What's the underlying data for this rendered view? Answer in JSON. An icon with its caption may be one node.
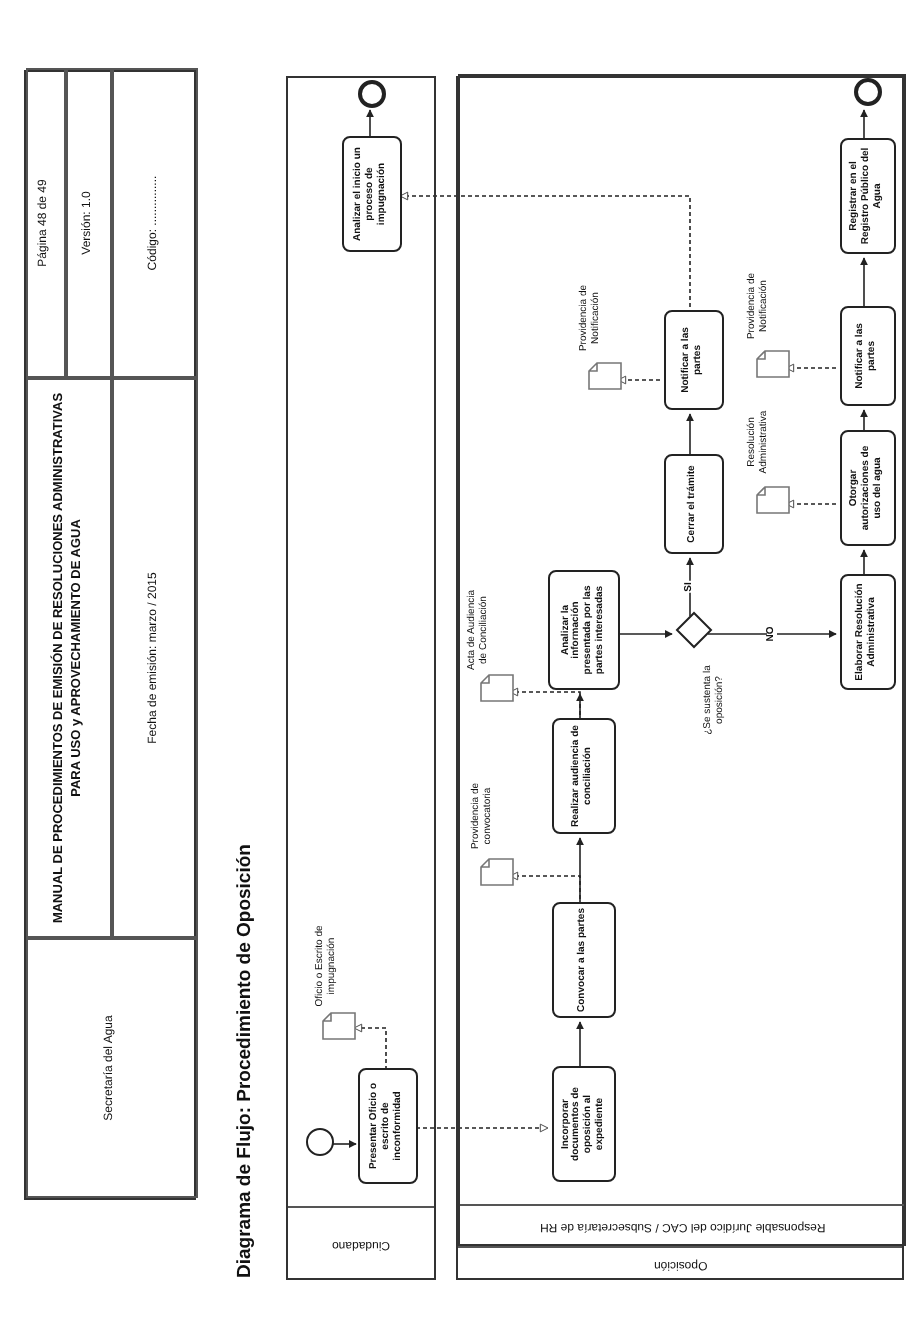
{
  "diagram": {
    "title": "Diagrama de Flujo: Procedimiento de Oposición",
    "nodes": [
      {
        "text": [
          "Ciudadano"
        ]
      },
      {
        "text": [
          "Oposición"
        ]
      },
      {
        "text": [
          "Responsable Jurídico del CAC / Subsecretaría de RH"
        ],
        "in": 1
      },
      {
        "text": [],
        "shape": "circle",
        "in": 0
      },
      {
        "text": [
          "Presentar Oficio o escrito de inconformidad"
        ],
        "in": 0
      },
      {
        "text": [],
        "shape": "document",
        "beside": [
          "Oficio o Escrito de impugnación"
        ],
        "in": 0
      },
      {
        "text": [
          "Analizar el inicio un proceso de impugnación"
        ],
        "in": 0
      },
      {
        "text": [],
        "shape": "circle",
        "in": 0
      },
      {
        "text": [
          "Incorporar documentos de oposición al expediente"
        ],
        "in": 2
      },
      {
        "text": [
          "Convocar a las partes"
        ],
        "in": 2
      },
      {
        "text": [],
        "shape": "document",
        "beside": [
          "Providencia de convocatoria"
        ],
        "in": 2
      },
      {
        "text": [
          "Realizar audiencia de conciliación"
        ],
        "in": 2
      },
      {
        "text": [],
        "shape": "document",
        "beside": [
          "Acta de Audiencia de Conciliación"
        ],
        "in": 2
      },
      {
        "text": [
          "Analizar la información presentada por las partes interesadas"
        ],
        "in": 2
      },
      {
        "text": [],
        "shape": "diamond",
        "beside": [
          "¿Se sustenta la oposición?"
        ],
        "in": 2
      },
      {
        "text": [
          "Cerrar el trámite"
        ],
        "in": 2
      },
      {
        "text": [
          "Notificar a las partes"
        ],
        "in": 2
      },
      {
        "text": [],
        "shape": "document",
        "beside": [
          "Providencia de Notificación"
        ],
        "in": 2
      },
      {
        "text": [
          "Elaborar Resolución Administrativa"
        ],
        "in": 2
      },
      {
        "text": [
          "Otorgar autorizaciones de uso del agua"
        ],
        "in": 2
      },
      {
        "text": [],
        "shape": "document",
        "beside": [
          "Resolución Administrativa"
        ],
        "in": 2
      },
      {
        "text": [
          "Notificar a las partes"
        ],
        "in": 2
      },
      {
        "text": [],
        "shape": "document",
        "beside": [
          "Providencia de Notificación"
        ],
        "in": 2
      },
      {
        "text": [
          "Registrar en el Registro Público del Agua"
        ],
        "in": 2
      },
      {
        "text": [],
        "shape": "circle",
        "in": 2
      }
    ],
    "edges": [
      {
        "from": 3,
        "to": 4,
        "arrow": "to"
      },
      {
        "from": 4,
        "to": 5,
        "arrow": "to",
        "style": "dashed"
      },
      {
        "from": 4,
        "to": 8,
        "arrow": "to",
        "style": "dashed"
      },
      {
        "from": 8,
        "to": 9,
        "arrow": "to"
      },
      {
        "from": 9,
        "to": 10,
        "arrow": "to",
        "style": "dashed"
      },
      {
        "from": 9,
        "to": 11,
        "arrow": "to"
      },
      {
        "from": 11,
        "to": 12,
        "arrow": "to",
        "style": "dashed"
      },
      {
        "from": 11,
        "to": 13,
        "arrow": "to"
      },
      {
        "from": 13,
        "to": 14,
        "arrow": "to"
      },
      {
        "from": 14,
        "to": 15,
        "arrow": "to",
        "label": "SI"
      },
      {
        "from": 14,
        "to": 18,
        "arrow": "to",
        "label": "NO"
      },
      {
        "from": 15,
        "to": 16,
        "arrow": "to"
      },
      {
        "from": 16,
        "to": 17,
        "arrow": "to",
        "style": "dashed"
      },
      {
        "from": 16,
        "to": 6,
        "arrow": "to",
        "style": "dashed"
      },
      {
        "from": 6,
        "to": 7,
        "arrow": "to"
      },
      {
        "from": 18,
        "to": 19,
        "arrow": "to"
      },
      {
        "from": 19,
        "to": 20,
        "arrow": "to",
        "style": "dashed"
      },
      {
        "from": 19,
        "to": 21,
        "arrow": "to"
      },
      {
        "from": 21,
        "to": 22,
        "arrow": "to",
        "style": "dashed"
      },
      {
        "from": 21,
        "to": 23,
        "arrow": "to"
      },
      {
        "from": 23,
        "to": 24,
        "arrow": "to"
      }
    ],
    "labels": [
      "Secretaría del Agua",
      "MANUAL DE PROCEDIMIENTOS DE EMISIÓN DE RESOLUCIONES ADMINISTRATIVAS PARA USO y APROVECHAMIENTO DE AGUA",
      "Fecha de emisión:  marzo  / 2015",
      "Página 48 de 49",
      "Versión: 1.0",
      "Código: ..............."
    ]
  }
}
